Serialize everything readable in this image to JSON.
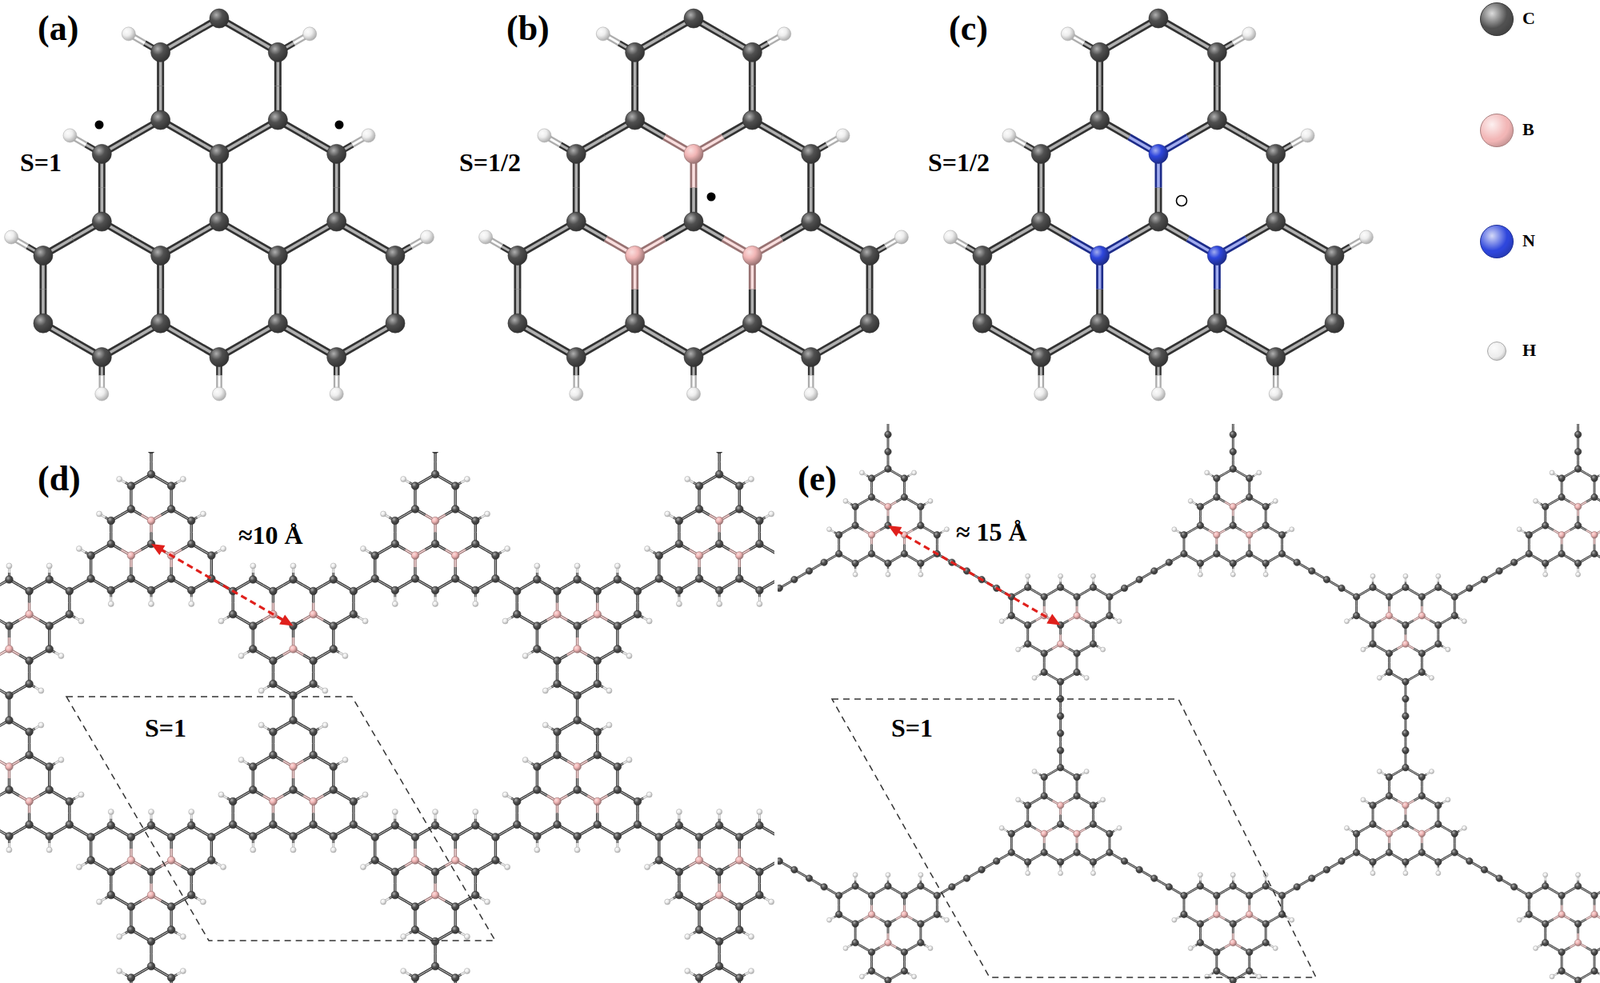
{
  "diagram": {
    "labels": [
      "(a)",
      "S=1",
      "(b)",
      "S=1/2",
      "(c)",
      "S=1/2",
      "(d)",
      "≈10 Å",
      "S=1",
      "(e)",
      "≈ 15 Å",
      "S=1"
    ],
    "legend": [
      {
        "text": "C",
        "color": "#505050"
      },
      {
        "text": "B",
        "color": "#f2b6b6"
      },
      {
        "text": "N",
        "color": "#2e46dc"
      },
      {
        "text": "H",
        "color": "#eeeeee"
      }
    ]
  }
}
